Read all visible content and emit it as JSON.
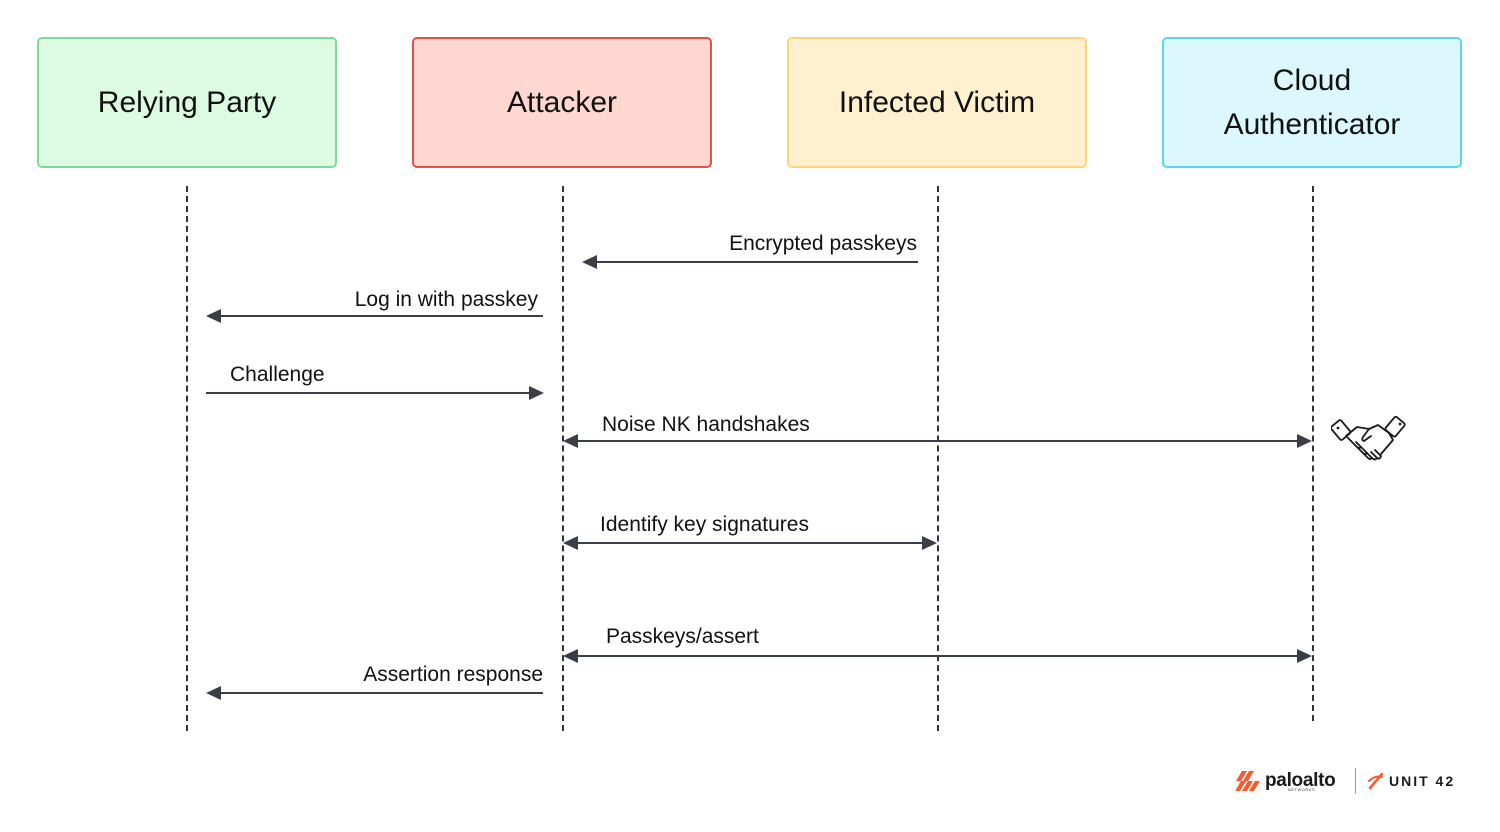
{
  "actors": [
    {
      "label": "Relying Party",
      "fill": "#ddfbe2",
      "border": "#7ed998"
    },
    {
      "label": "Attacker",
      "fill": "#fed7d0",
      "border": "#df5446"
    },
    {
      "label": "Infected Victim",
      "fill": "#fff1cf",
      "border": "#fad57a"
    },
    {
      "label": "Cloud\nAuthenticator",
      "fill": "#dcf8fd",
      "border": "#5cd5ea"
    }
  ],
  "messages": [
    {
      "label": "Encrypted passkeys",
      "from": "Infected Victim",
      "to": "Attacker",
      "bidirectional": false
    },
    {
      "label": "Log in with passkey",
      "from": "Attacker",
      "to": "Relying Party",
      "bidirectional": false
    },
    {
      "label": "Challenge",
      "from": "Relying Party",
      "to": "Attacker",
      "bidirectional": false
    },
    {
      "label": "Noise NK handshakes",
      "from": "Attacker",
      "to": "Cloud\nAuthenticator",
      "bidirectional": true
    },
    {
      "label": "Identify key signatures",
      "from": "Attacker",
      "to": "Infected Victim",
      "bidirectional": true
    },
    {
      "label": "Passkeys/assert",
      "from": "Attacker",
      "to": "Cloud\nAuthenticator",
      "bidirectional": true
    },
    {
      "label": "Assertion response",
      "from": "Attacker",
      "to": "Relying Party",
      "bidirectional": false
    }
  ],
  "icons": {
    "handshake": "handshake-icon"
  },
  "branding": {
    "paloalto": "paloalto",
    "paloalto_sub": "NETWORKS",
    "unit42": "UNIT 42",
    "accent": "#fa582d"
  },
  "colors": {
    "line": "#3a3f47"
  }
}
